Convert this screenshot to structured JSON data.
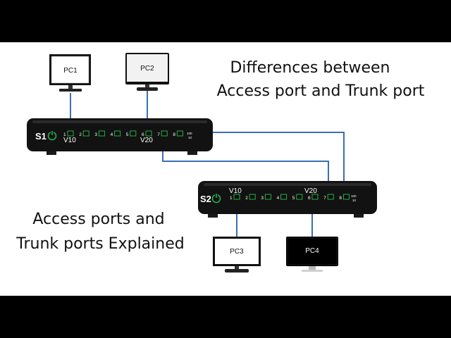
{
  "title": {
    "line1": "Differences between",
    "line2": "Access port and Trunk port"
  },
  "subtitle": {
    "line1": "Access ports and",
    "line2": "Trunk ports Explained"
  },
  "colors": {
    "link": "#3b6fb6",
    "port": "#22b14c",
    "switch_body": "#121212",
    "monitor_bezel": "#111111"
  },
  "switches": [
    {
      "name": "S1",
      "port_numbers": [
        "1",
        "2",
        "3",
        "4",
        "5",
        "6",
        "7",
        "8"
      ],
      "speed_top": "100",
      "speed_bottom": "10",
      "vlan_labels": [
        "V10",
        "V20"
      ]
    },
    {
      "name": "S2",
      "port_numbers": [
        "1",
        "2",
        "3",
        "4",
        "5",
        "6",
        "7",
        "8"
      ],
      "speed_top": "100",
      "speed_bottom": "10",
      "vlan_labels": [
        "V10",
        "V20"
      ]
    }
  ],
  "pcs": [
    {
      "name": "PC1",
      "screen": "#ffffff"
    },
    {
      "name": "PC2",
      "screen": "#f2f2f2"
    },
    {
      "name": "PC3",
      "screen": "#ffffff"
    },
    {
      "name": "PC4",
      "screen": "#000000"
    }
  ],
  "icons": {
    "power": "power-icon",
    "port": "ethernet-port-icon",
    "monitor": "monitor-icon"
  }
}
